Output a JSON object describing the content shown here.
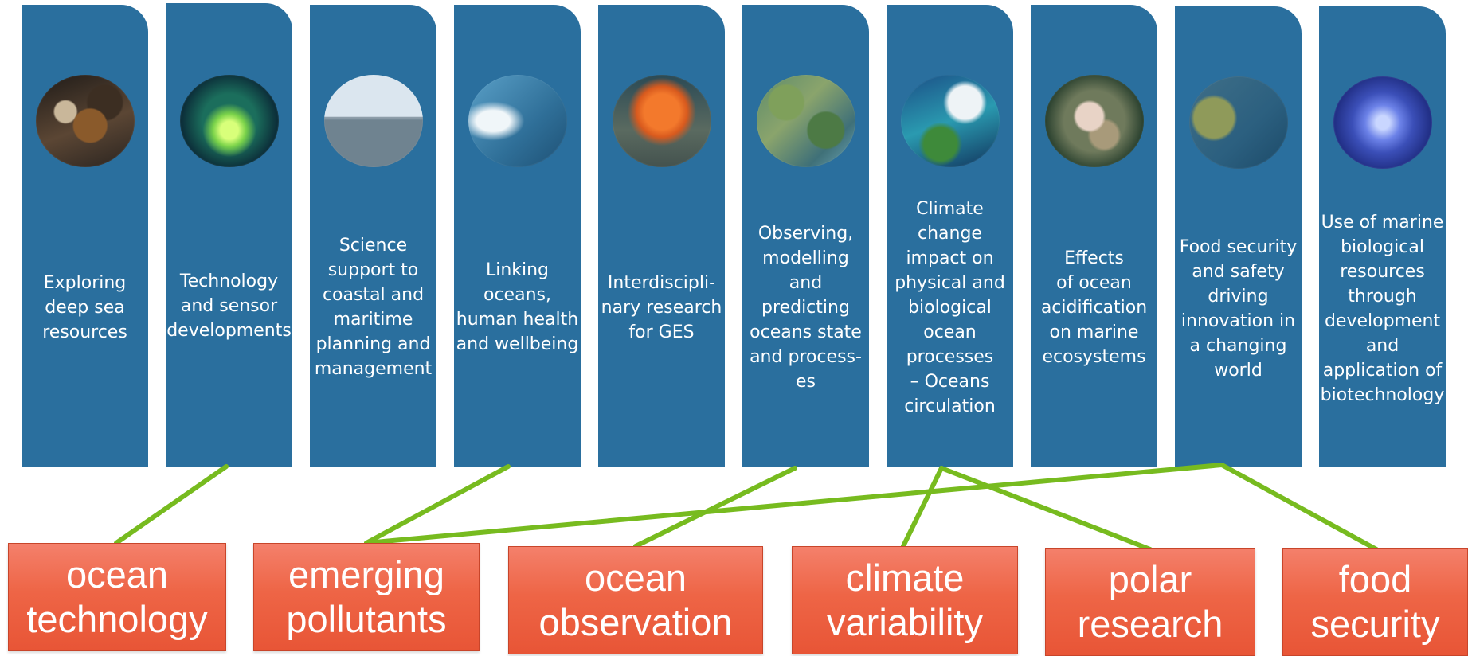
{
  "cards": [
    {
      "label": "Exploring\ndeep sea\nresources",
      "image": "deep-sea-mining-photo"
    },
    {
      "label": "Technology\nand sensor\ndevelopments",
      "image": "underwater-vehicle-photo"
    },
    {
      "label": "Science\nsupport to\ncoastal and\nmaritime\nplanning and\nmanagement",
      "image": "offshore-wind-farm-photo"
    },
    {
      "label": "Linking\noceans,\nhuman health\nand wellbeing",
      "image": "swimmer-on-beach-photo"
    },
    {
      "label": "Interdiscipli-\nnary research\nfor GES",
      "image": "orange-coral-photo"
    },
    {
      "label": "Observing,\nmodelling and\npredicting\noceans state\nand process-\nes",
      "image": "coastal-satellite-photo"
    },
    {
      "label": "Climate\nchange\nimpact on\nphysical and\nbiological\nocean\nprocesses\n– Oceans\ncirculation",
      "image": "algae-bloom-satellite-photo"
    },
    {
      "label": "Effects\nof ocean\nacidification\non marine\necosystems",
      "image": "coral-reef-photo"
    },
    {
      "label": "Food security\nand safety\ndriving\ninnovation in\na changing\nworld",
      "image": "fish-farm-aerial-photo"
    },
    {
      "label": "Use of marine\nbiological\nresources\nthrough\ndevelopment\nand\napplication of\nbiotechnology",
      "image": "sea-anemone-photo"
    }
  ],
  "topics": [
    {
      "label": "ocean\ntechnology"
    },
    {
      "label": "emerging\npollutants"
    },
    {
      "label": "ocean\nobservation"
    },
    {
      "label": "climate\nvariability"
    },
    {
      "label": "polar\nresearch"
    },
    {
      "label": "food\nsecurity"
    }
  ],
  "connections": [
    {
      "card": 1,
      "topic": 0
    },
    {
      "card": 3,
      "topic": 1
    },
    {
      "card": 8,
      "topic": 1
    },
    {
      "card": 5,
      "topic": 2
    },
    {
      "card": 6,
      "topic": 3
    },
    {
      "card": 6,
      "topic": 4
    },
    {
      "card": 8,
      "topic": 5
    }
  ],
  "colors": {
    "card": "#2a6f9e",
    "topic": "#ee6546",
    "connector": "#77bb1f"
  }
}
